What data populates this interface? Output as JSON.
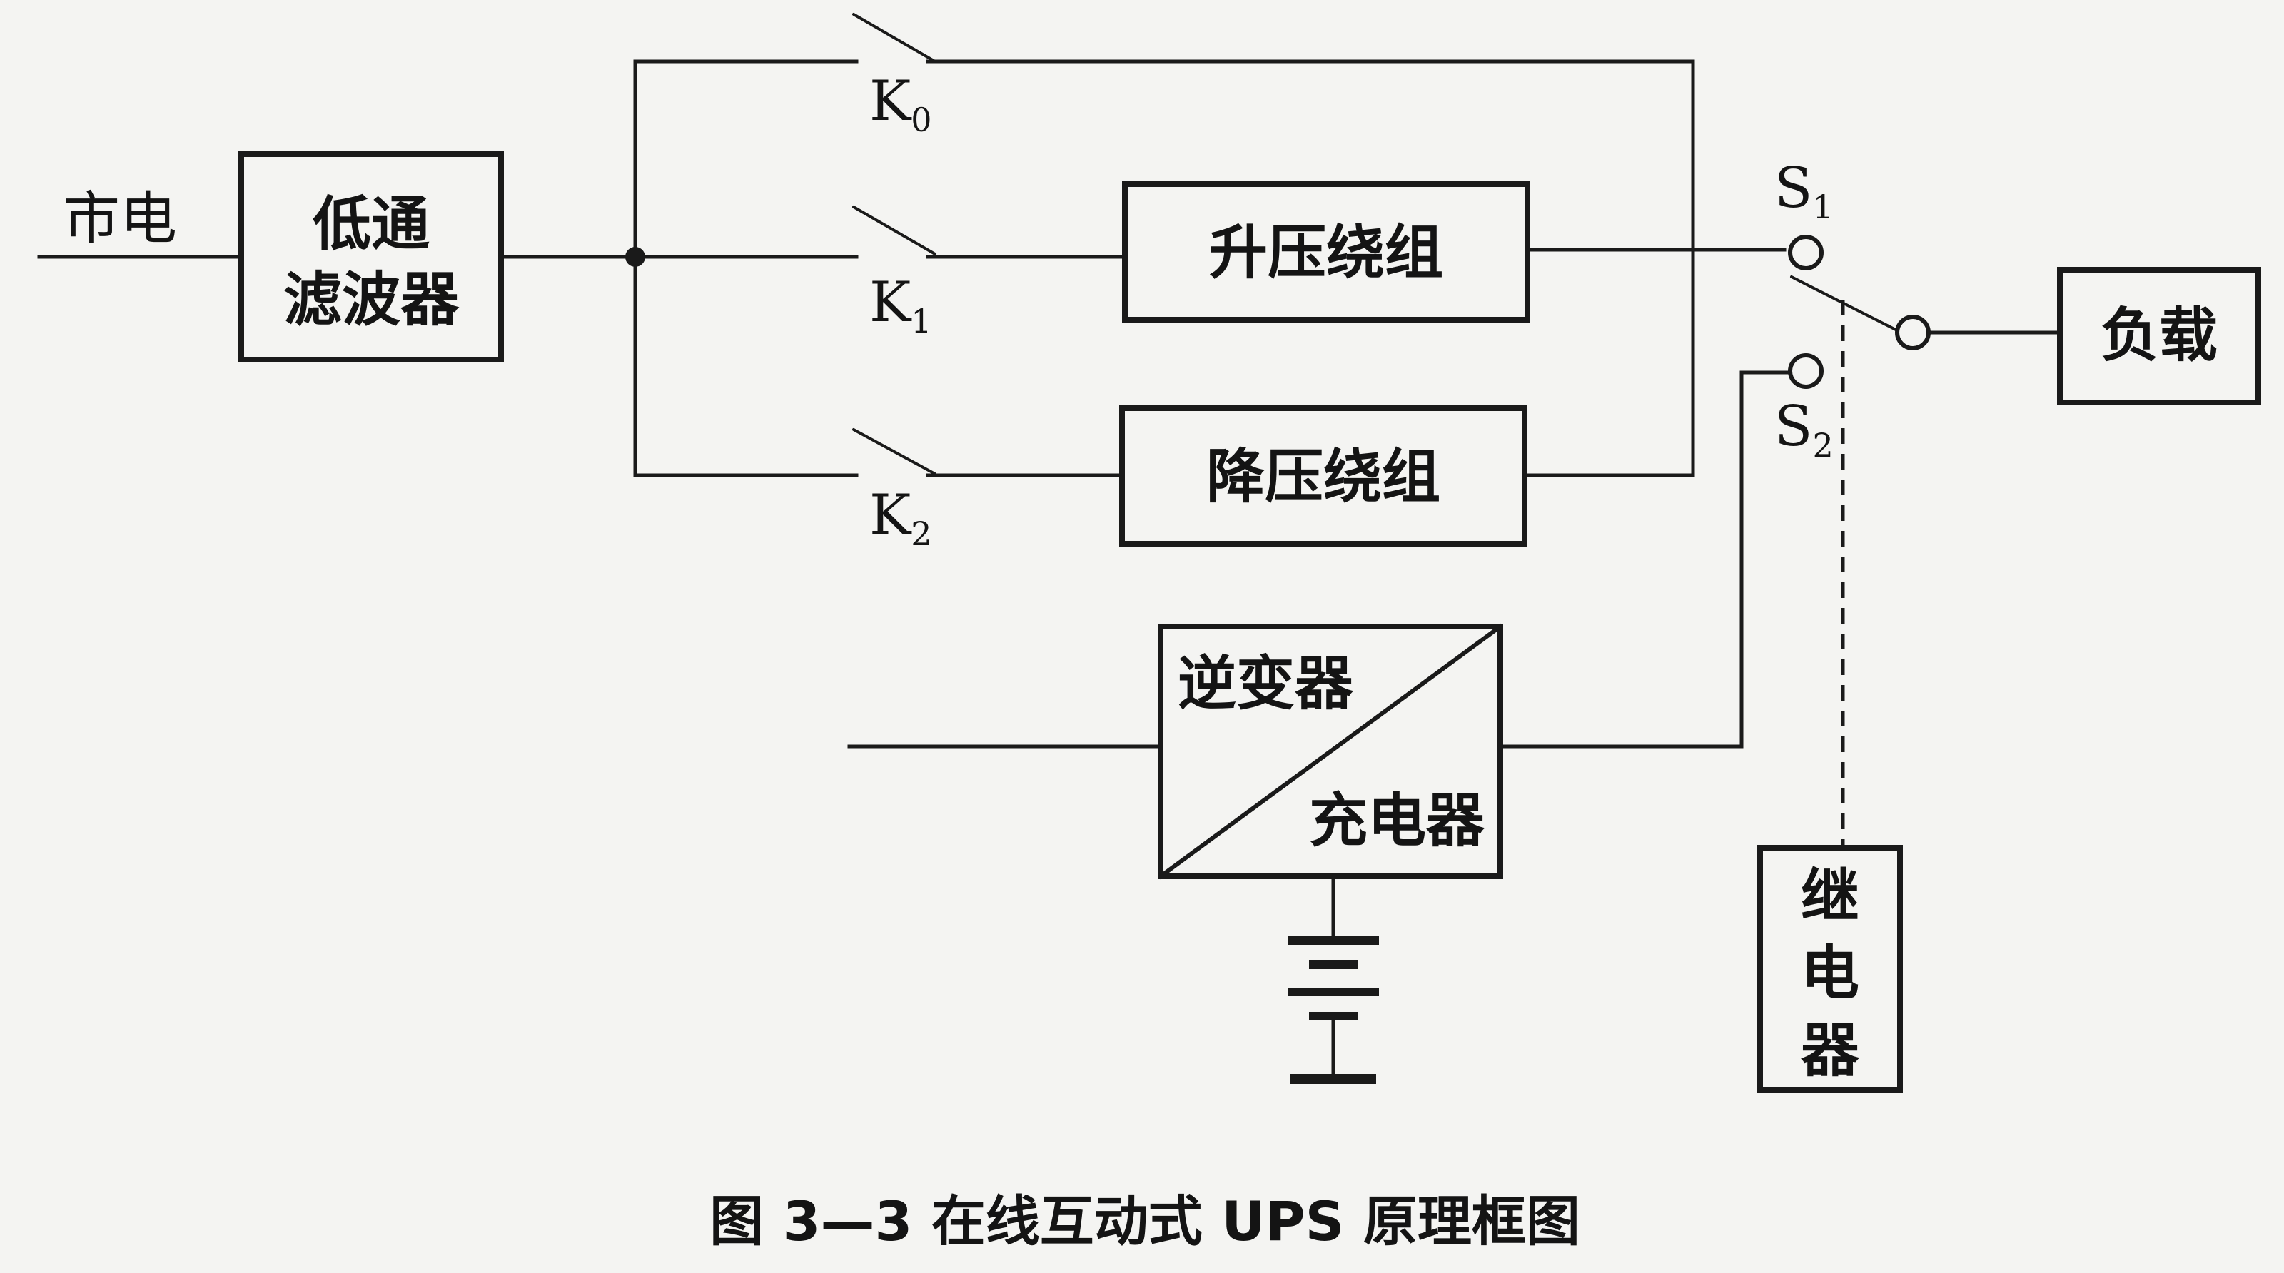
{
  "labels": {
    "mains": "市电",
    "load": "负载",
    "caption": "图 3—3  在线互动式 UPS 原理框图"
  },
  "blocks": {
    "filter_line1": "低通",
    "filter_line2": "滤波器",
    "boost": "升压绕组",
    "buck": "降压绕组",
    "inverter": "逆变器",
    "charger": "充电器",
    "relay": [
      "继",
      "电",
      "器"
    ]
  },
  "switches": {
    "k0": {
      "letter": "K",
      "sub": "0"
    },
    "k1": {
      "letter": "K",
      "sub": "1"
    },
    "k2": {
      "letter": "K",
      "sub": "2"
    },
    "s1": {
      "letter": "S",
      "sub": "1"
    },
    "s2": {
      "letter": "S",
      "sub": "2"
    }
  }
}
